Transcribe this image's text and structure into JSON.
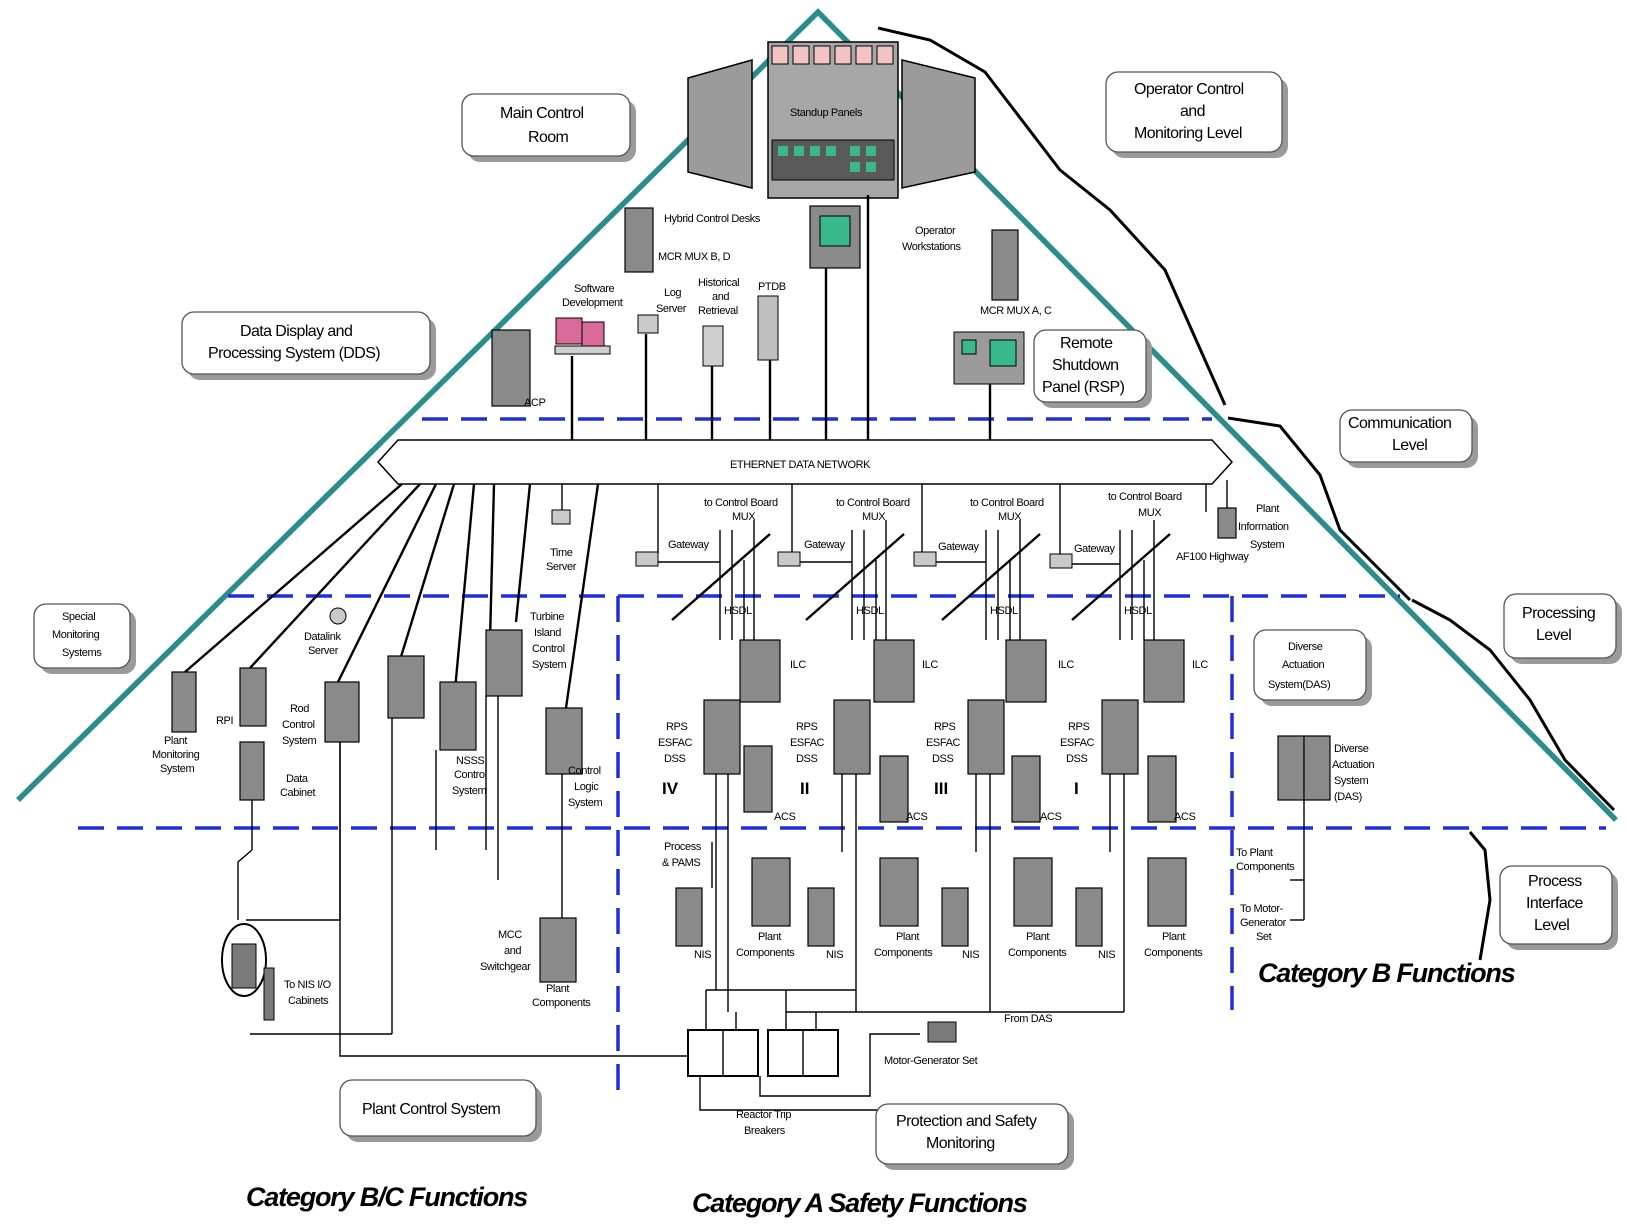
{
  "headings": {
    "category_bc": "Category B/C Functions",
    "category_a": "Category A Safety Functions",
    "category_b": "Category B Functions"
  },
  "boxes": {
    "main_control_room": [
      "Main Control",
      "Room"
    ],
    "operator_control": [
      "Operator Control",
      "and",
      "Monitoring Level"
    ],
    "dds": [
      "Data Display and",
      "Processing System (DDS)"
    ],
    "remote_shutdown": [
      "Remote",
      "Shutdown",
      "Panel (RSP)"
    ],
    "communication": [
      "Communication",
      "Level"
    ],
    "processing": [
      "Processing",
      "Level"
    ],
    "special_monitoring": [
      "Special",
      "Monitoring",
      "Systems"
    ],
    "diverse_actuation": [
      "Diverse",
      "Actuation",
      "System(DAS)"
    ],
    "process_interface": [
      "Process",
      "Interface",
      "Level"
    ],
    "plant_control": [
      "Plant Control System"
    ],
    "protection_monitoring": [
      "Protection and Safety",
      "Monitoring"
    ]
  },
  "labels": {
    "standup_panels": "Standup Panels",
    "hybrid_control_desks": "Hybrid Control Desks",
    "mcr_mux_bd": "MCR MUX B, D",
    "operator_workstations": [
      "Operator",
      "Workstations"
    ],
    "mcr_mux_ac": "MCR MUX A, C",
    "software_development": [
      "Software",
      "Development"
    ],
    "log_server": [
      "Log",
      "Server"
    ],
    "historical_retrieval": [
      "Historical",
      "and",
      "Retrieval"
    ],
    "ptdb": "PTDB",
    "acp": "ACP",
    "ethernet": "ETHERNET DATA NETWORK",
    "time_server": [
      "Time",
      "Server"
    ],
    "plant_information": [
      "Plant",
      "Information",
      "System"
    ],
    "to_control_board_mux": [
      "to Control Board",
      "MUX"
    ],
    "gateway": "Gateway",
    "af100_highway": "AF100 Highway",
    "hsdl": "HSDL",
    "ilc": "ILC",
    "rps": [
      "RPS",
      "ESFAC",
      "DSS"
    ],
    "acs": "ACS",
    "nis": "NIS",
    "plant_components": [
      "Plant",
      "Components"
    ],
    "process_pams": [
      "Process",
      "& PAMS"
    ],
    "datalink_server": [
      "Datalink",
      "Server"
    ],
    "turbine_island": [
      "Turbine",
      "Island",
      "Control",
      "System"
    ],
    "plant_monitoring": [
      "Plant",
      "Monitoring",
      "System"
    ],
    "rpi": "RPI",
    "rod_control": [
      "Rod",
      "Control",
      "System"
    ],
    "data_cabinet": [
      "Data",
      "Cabinet"
    ],
    "nsss_control": [
      "NSSS",
      "Control",
      "System"
    ],
    "control_logic": [
      "Control",
      "Logic",
      "System"
    ],
    "mcc_switchgear": [
      "MCC",
      "and",
      "Switchgear"
    ],
    "plant_components_small": [
      "Plant",
      "Components"
    ],
    "to_nis_io": [
      "To NIS I/O",
      "Cabinets"
    ],
    "das_cabinet": [
      "Diverse",
      "Actuation",
      "System",
      "(DAS)"
    ],
    "to_plant_components": [
      "To Plant",
      "Components"
    ],
    "to_motor_generator": [
      "To Motor-",
      "Generator",
      "Set"
    ],
    "from_das": "From DAS",
    "motor_generator": "Motor-Generator Set",
    "reactor_trip": [
      "Reactor Trip",
      "Breakers"
    ]
  },
  "divisions": [
    "IV",
    "II",
    "III",
    "I"
  ],
  "colors": {
    "pyramid": "#2a8c8c",
    "level_dash": "#1f2ed6",
    "cabinet": "#8a8a8a"
  }
}
